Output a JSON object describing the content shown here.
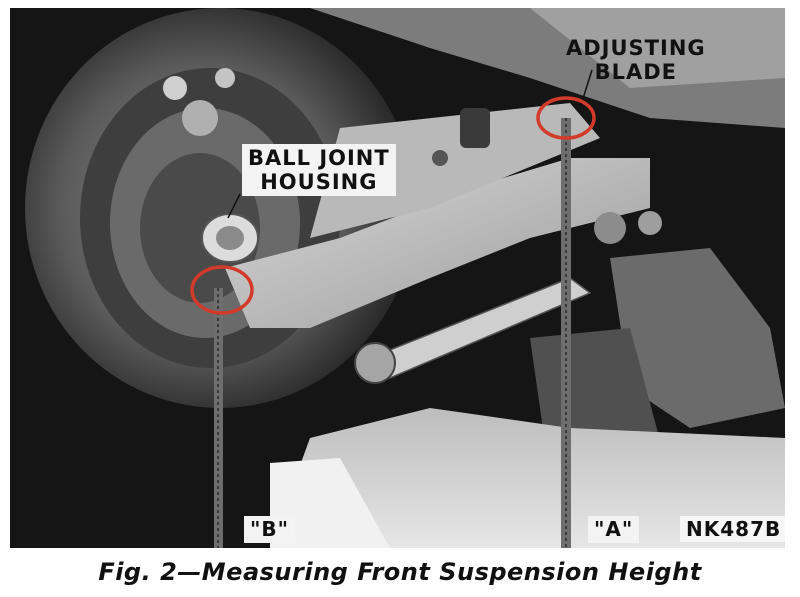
{
  "figure": {
    "callouts": {
      "adjusting_blade_line1": "ADJUSTING",
      "adjusting_blade_line2": "BLADE",
      "ball_joint_line1": "BALL JOINT",
      "ball_joint_line2": "HOUSING",
      "point_a": "\"A\"",
      "point_b": "\"B\""
    },
    "code": "NK487B",
    "highlight_color": "#d23a2a"
  },
  "caption": "Fig. 2—Measuring Front Suspension Height"
}
